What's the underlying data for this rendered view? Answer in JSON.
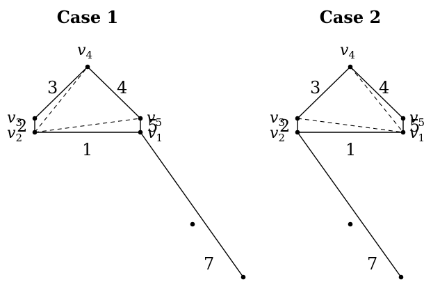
{
  "figure": {
    "panels": [
      {
        "id": "case1",
        "title": "Case 1",
        "vertices": [
          {
            "id": "v4",
            "label": "v",
            "sub": "4"
          },
          {
            "id": "v3",
            "label": "v",
            "sub": "3"
          },
          {
            "id": "v5",
            "label": "v",
            "sub": "5"
          },
          {
            "id": "v2",
            "label": "v",
            "sub": "2"
          },
          {
            "id": "v1",
            "label": "v",
            "sub": "1"
          }
        ],
        "edge_labels": [
          "3",
          "4",
          "2",
          "5",
          "1",
          "7"
        ],
        "solid_edges": [
          [
            "v3",
            "v4"
          ],
          [
            "v4",
            "v5"
          ],
          [
            "v2",
            "v3"
          ],
          [
            "v5",
            "v1"
          ],
          [
            "v2",
            "v1"
          ]
        ],
        "dashed_edges": [
          [
            "v2",
            "v4"
          ],
          [
            "v2",
            "v5"
          ]
        ],
        "tail_from": "v1"
      },
      {
        "id": "case2",
        "title": "Case 2",
        "vertices": [
          {
            "id": "v4",
            "label": "v",
            "sub": "4"
          },
          {
            "id": "v3",
            "label": "v",
            "sub": "3"
          },
          {
            "id": "v5",
            "label": "v",
            "sub": "5"
          },
          {
            "id": "v2",
            "label": "v",
            "sub": "2"
          },
          {
            "id": "v1",
            "label": "v",
            "sub": "1"
          }
        ],
        "edge_labels": [
          "3",
          "4",
          "2",
          "5",
          "1",
          "7"
        ],
        "solid_edges": [
          [
            "v3",
            "v4"
          ],
          [
            "v4",
            "v5"
          ],
          [
            "v2",
            "v3"
          ],
          [
            "v5",
            "v1"
          ],
          [
            "v2",
            "v1"
          ]
        ],
        "dashed_edges": [
          [
            "v4",
            "v1"
          ],
          [
            "v3",
            "v1"
          ]
        ],
        "tail_from": "v2"
      }
    ]
  }
}
